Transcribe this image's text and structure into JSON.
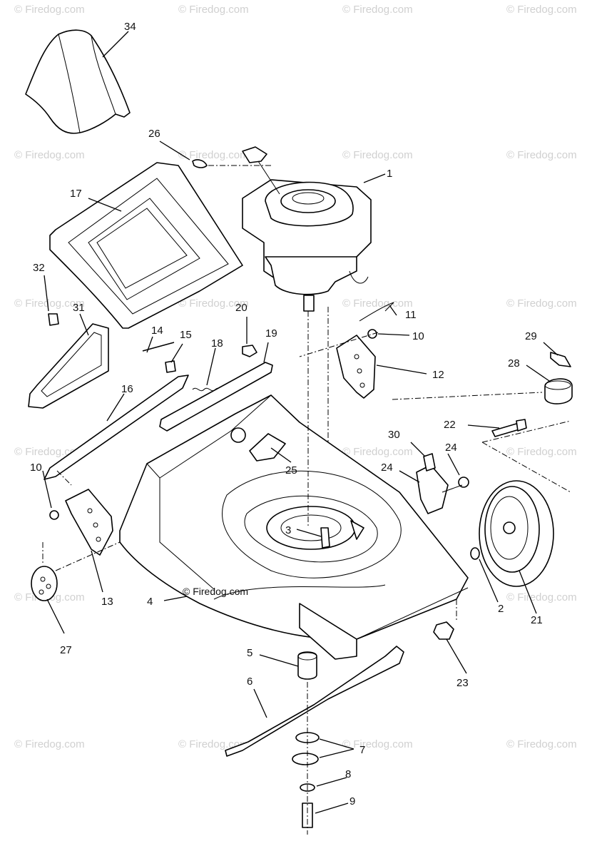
{
  "diagram": {
    "watermark": "© Firedog.com",
    "inline_watermark": "© Firedog.com",
    "callouts": {
      "c1": "1",
      "c2": "2",
      "c3": "3",
      "c4": "4",
      "c5": "5",
      "c6": "6",
      "c7": "7",
      "c8": "8",
      "c9": "9",
      "c10a": "10",
      "c10b": "10",
      "c11": "11",
      "c12": "12",
      "c13": "13",
      "c14": "14",
      "c15": "15",
      "c16": "16",
      "c17": "17",
      "c18": "18",
      "c19": "19",
      "c20": "20",
      "c21": "21",
      "c22": "22",
      "c23": "23",
      "c24a": "24",
      "c24b": "24",
      "c25": "25",
      "c26": "26",
      "c27": "27",
      "c28": "28",
      "c29": "29",
      "c30": "30",
      "c31": "31",
      "c32": "32",
      "c34": "34"
    }
  }
}
